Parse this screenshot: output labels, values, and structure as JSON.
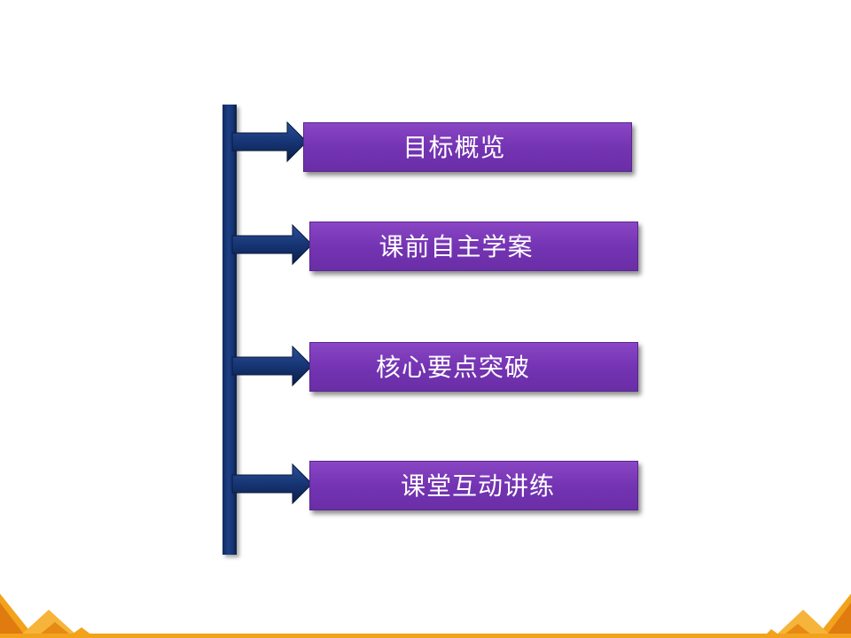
{
  "menu": {
    "items": [
      {
        "label": "目标概览"
      },
      {
        "label": "课前自主学案"
      },
      {
        "label": "核心要点突破"
      },
      {
        "label": "课堂互动讲练"
      }
    ]
  },
  "colors": {
    "button_fill": "#7434b3",
    "spine": "#173574",
    "accent_orange": "#f3a21c"
  }
}
